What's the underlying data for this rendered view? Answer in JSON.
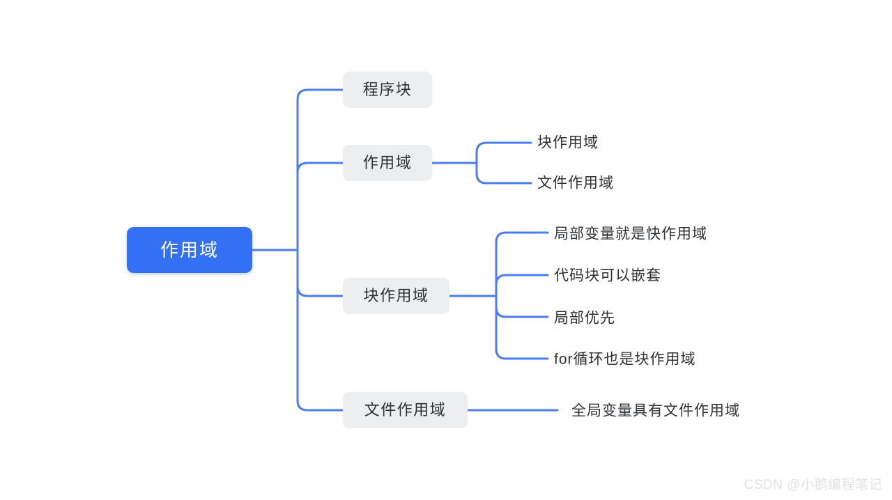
{
  "theme": {
    "background": "#ffffff",
    "root_fill": "#3370f5",
    "root_text": "#ffffff",
    "chip_fill": "#edeef0",
    "node_text": "#2e3033",
    "link_color": "#4b7cf3",
    "watermark_text": "#e2e2e2"
  },
  "mindmap": {
    "root": {
      "label": "作用域"
    },
    "branches": [
      {
        "label": "程序块",
        "children": []
      },
      {
        "label": "作用域",
        "children": [
          {
            "label": "块作用域"
          },
          {
            "label": "文件作用域"
          }
        ]
      },
      {
        "label": "块作用域",
        "children": [
          {
            "label": "局部变量就是快作用域"
          },
          {
            "label": "代码块可以嵌套"
          },
          {
            "label": "局部优先"
          },
          {
            "label": "for循环也是块作用域"
          }
        ]
      },
      {
        "label": "文件作用域",
        "children": [
          {
            "label": "全局变量具有文件作用域"
          }
        ]
      }
    ]
  },
  "watermark": {
    "text": "CSDN @小鹅编程笔记"
  }
}
